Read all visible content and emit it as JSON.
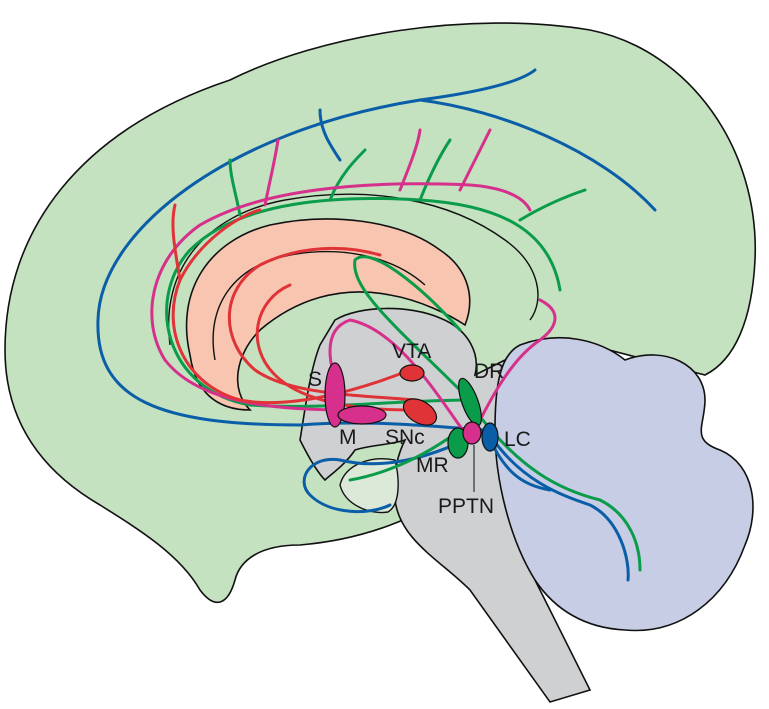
{
  "diagram": {
    "labels": {
      "vta": "VTA",
      "dr": "DR",
      "s": "S",
      "m": "M",
      "snc": "SNc",
      "lc": "LC",
      "mr": "MR",
      "pptn": "PPTN"
    },
    "colors": {
      "cortex": "#c4e1c0",
      "limbic_ring": "#f7c5b0",
      "brainstem": "#cfd0d2",
      "cerebellum": "#c6cde4",
      "dopamine": "#e03338",
      "acetylcholine": "#d6308c",
      "serotonin": "#0a9c4a",
      "noradrenaline": "#0a5ea8",
      "outline": "#111111"
    }
  }
}
